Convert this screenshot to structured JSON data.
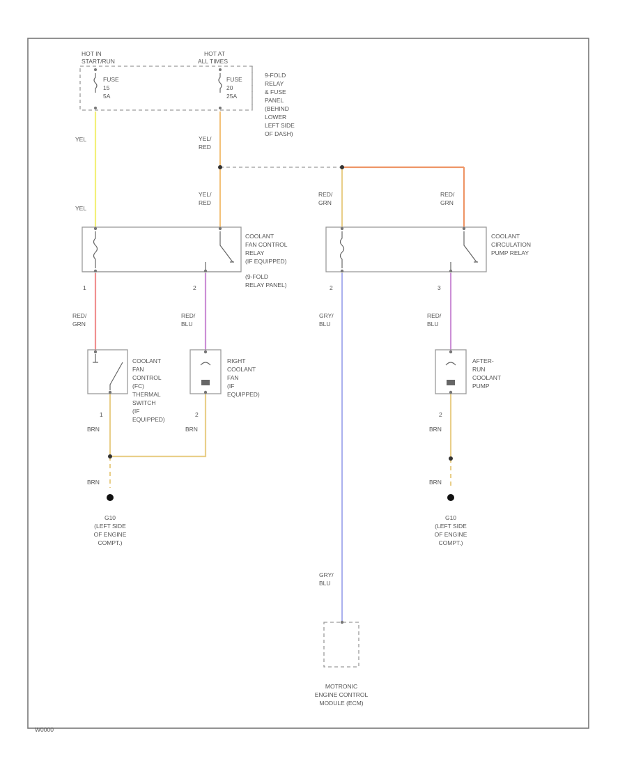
{
  "diagram": {
    "frame_id": "W0000",
    "top": {
      "hot_in_start_run": [
        "HOT IN",
        "START/RUN"
      ],
      "hot_at_all_times": [
        "HOT AT",
        "ALL TIMES"
      ],
      "fuse_15": [
        "FUSE",
        "15",
        "5A"
      ],
      "fuse_20": [
        "FUSE",
        "20",
        "25A"
      ],
      "relay_panel_note": [
        "9-FOLD",
        "RELAY",
        "& FUSE",
        "PANEL",
        "(BEHIND",
        "LOWER",
        "LEFT SIDE",
        "OF DASH)"
      ]
    },
    "wires": {
      "yel_1": "YEL",
      "yel_2": "YEL",
      "yel_red_1": [
        "YEL/",
        "RED"
      ],
      "yel_red_2": [
        "YEL/",
        "RED"
      ],
      "red_grn_left": [
        "RED/",
        "GRN"
      ],
      "red_grn_right": [
        "RED/",
        "GRN"
      ],
      "red_grn_fan": [
        "RED/",
        "GRN"
      ],
      "red_blu_fan": [
        "RED/",
        "BLU"
      ],
      "gry_blu_1": [
        "GRY/",
        "BLU"
      ],
      "red_blu_pump": [
        "RED/",
        "BLU"
      ],
      "brn_1": "BRN",
      "brn_2": "BRN",
      "brn_3": "BRN",
      "brn_4": "BRN",
      "brn_5": "BRN",
      "gry_blu_2": [
        "GRY/",
        "BLU"
      ]
    },
    "pins": {
      "fan_relay_1": "1",
      "fan_relay_2": "2",
      "pump_relay_2": "2",
      "pump_relay_3": "3",
      "thermal_1": "1",
      "fan_2": "2",
      "pump_2": "2"
    },
    "components": {
      "fan_relay": [
        "COOLANT",
        "FAN CONTROL",
        "RELAY",
        "(IF EQUIPPED)",
        "(9-FOLD",
        "RELAY PANEL)"
      ],
      "pump_relay": [
        "COOLANT",
        "CIRCULATION",
        "PUMP RELAY"
      ],
      "thermal_switch": [
        "COOLANT",
        "FAN",
        "CONTROL",
        "(FC)",
        "THERMAL",
        "SWITCH",
        "(IF",
        "EQUIPPED)"
      ],
      "right_fan": [
        "RIGHT",
        "COOLANT",
        "FAN",
        "(IF",
        "EQUIPPED)"
      ],
      "after_run_pump": [
        "AFTER-",
        "RUN",
        "COOLANT",
        "PUMP"
      ],
      "ground_left": [
        "G10",
        "(LEFT SIDE",
        "OF ENGINE",
        "COMPT.)"
      ],
      "ground_right": [
        "G10",
        "(LEFT SIDE",
        "OF ENGINE",
        "COMPT.)"
      ],
      "ecm": [
        "MOTRONIC",
        "ENGINE CONTROL",
        "MODULE (ECM)"
      ]
    },
    "colors": {
      "yellow": "#f2f07a",
      "yellow_red": "#f3c27a",
      "red_grn": "#f09090",
      "orange": "#ee9566",
      "violet": "#cc8fd6",
      "brown": "#e9cf8a",
      "gry_blu": "#aab0ee"
    }
  }
}
